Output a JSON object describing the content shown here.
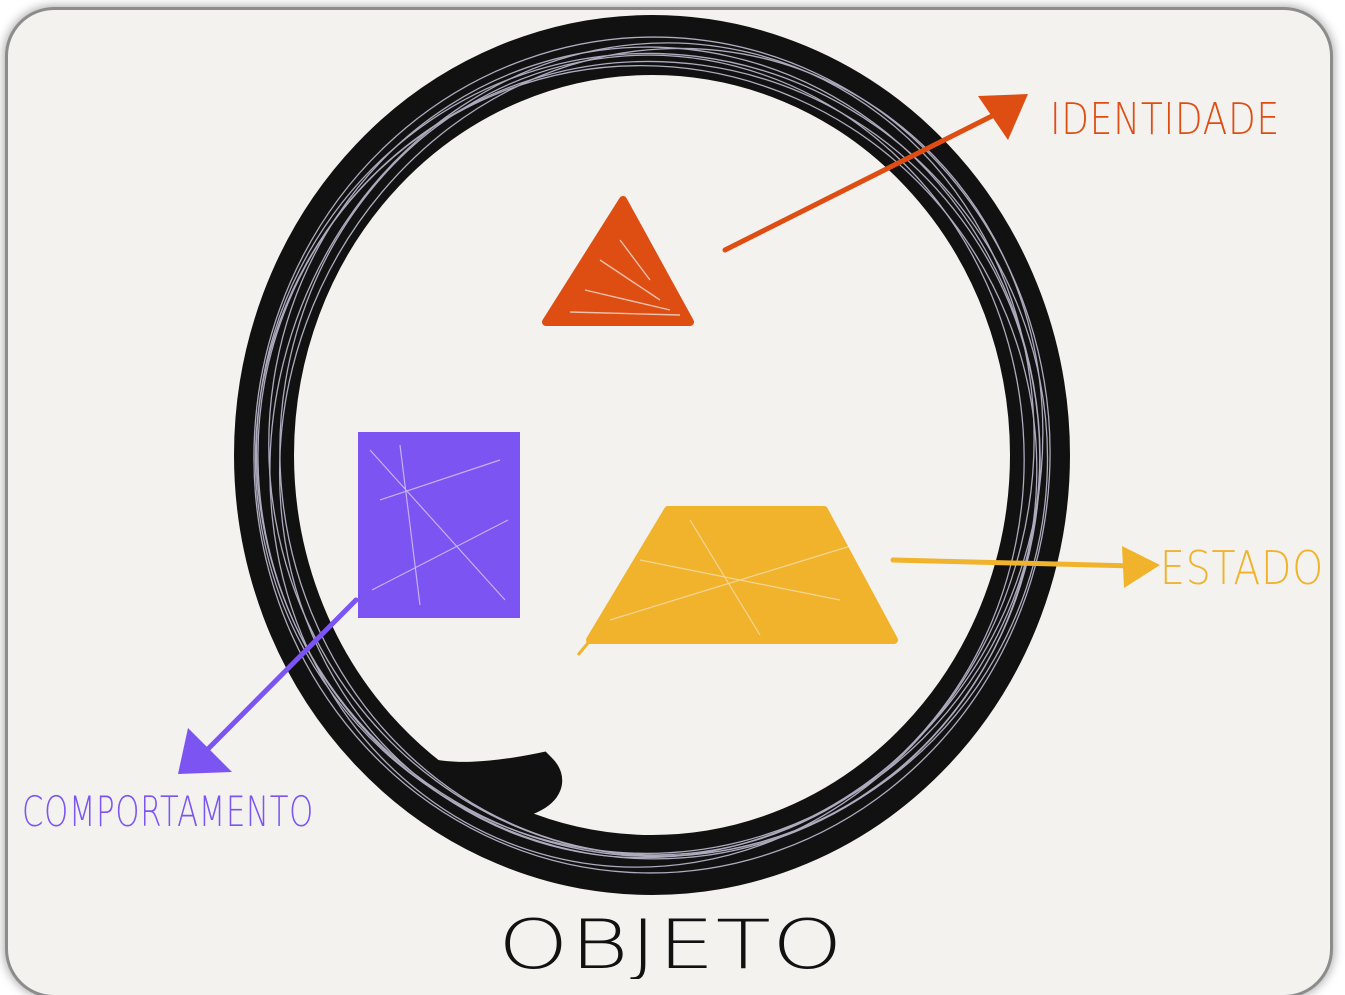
{
  "diagram": {
    "title": "OBJETO",
    "labels": {
      "identity": "IDENTIDADE",
      "state": "ESTADO",
      "behavior": "COMPORTAMENTO"
    }
  },
  "colors": {
    "background": "#f3f2ef",
    "circle": "#111111",
    "circle_scribble": "#c9c6dc",
    "identity": "#de4d12",
    "state": "#f1b32c",
    "behavior": "#7b54f2"
  },
  "shapes": {
    "identity_shape": "triangle",
    "state_shape": "trapezoid",
    "behavior_shape": "square"
  }
}
